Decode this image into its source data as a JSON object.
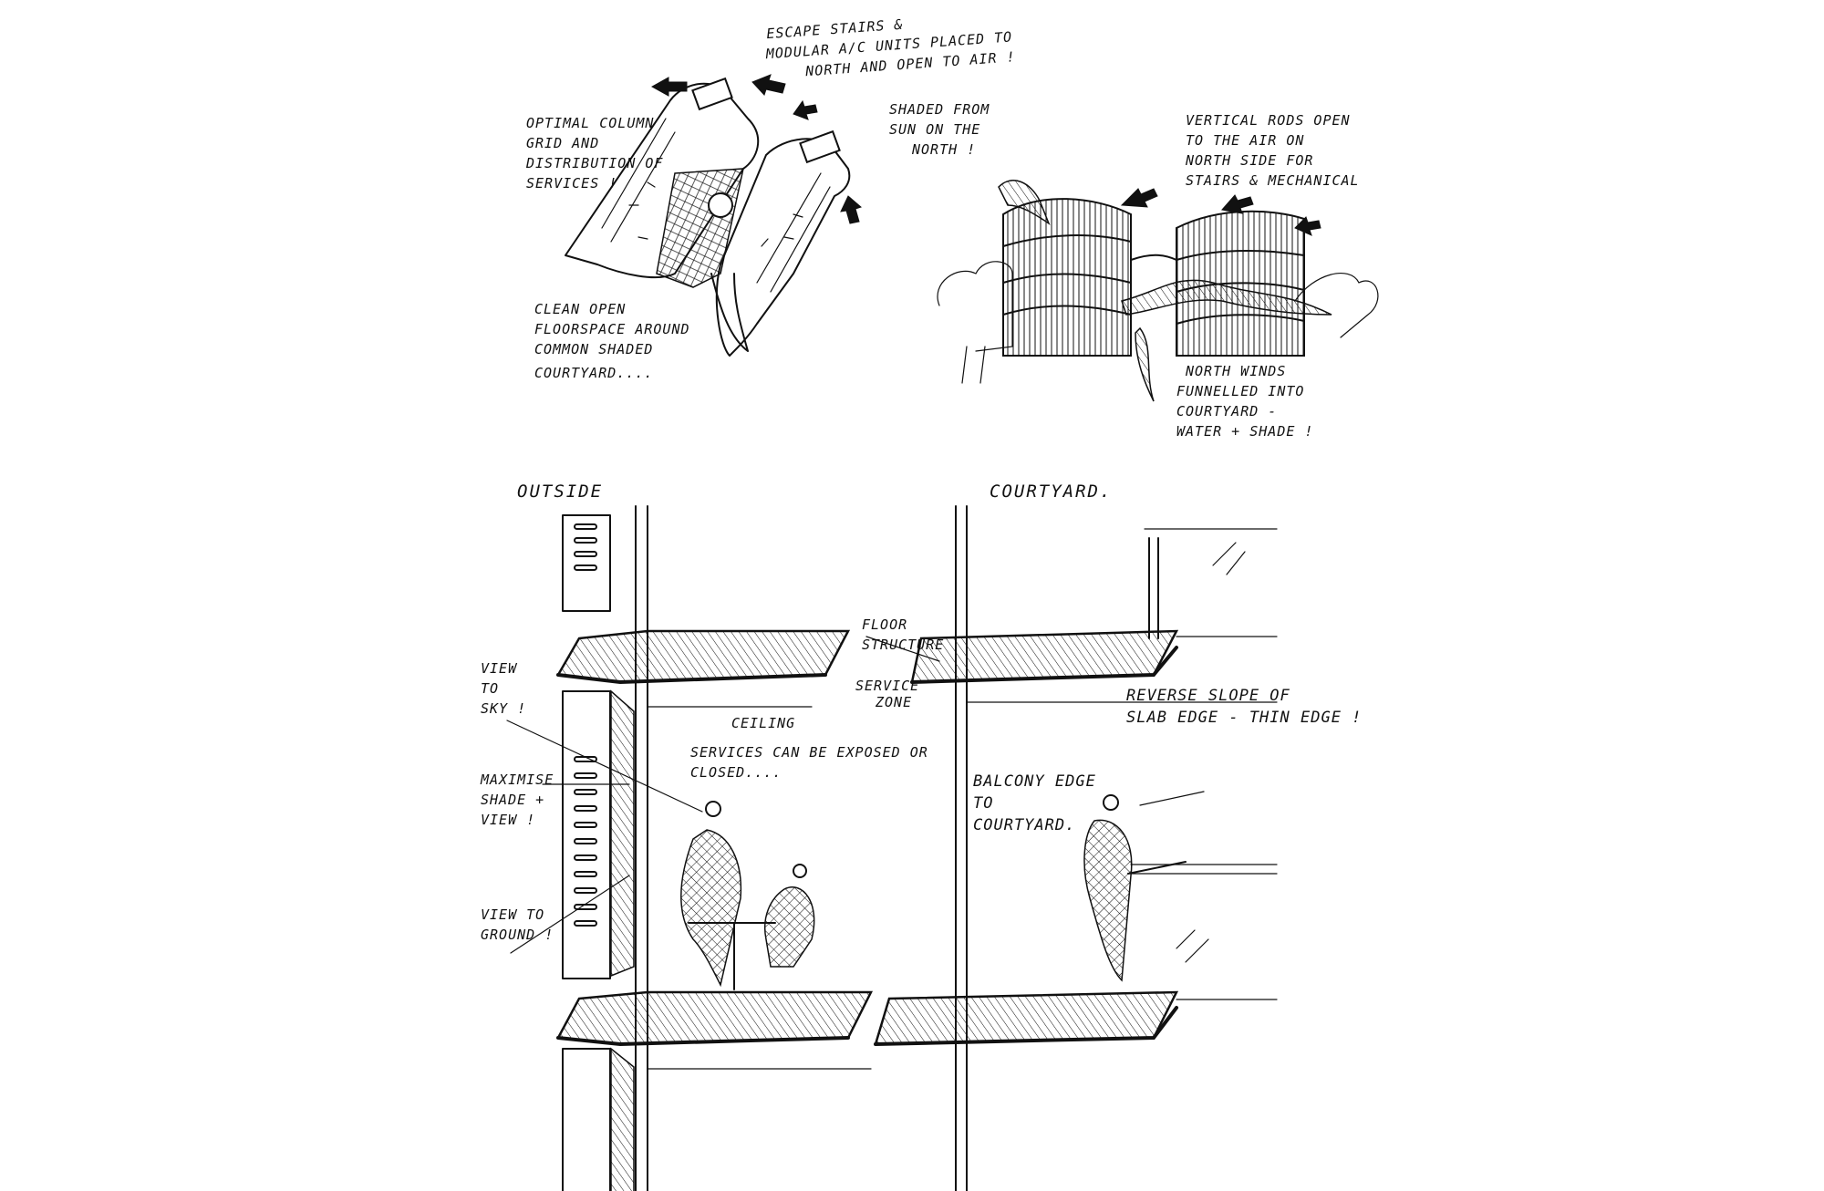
{
  "plan_sketch": {
    "note_escape": [
      "ESCAPE STAIRS &",
      "MODULAR A/C UNITS PLACED TO",
      "NORTH AND OPEN TO AIR !"
    ],
    "note_column": [
      "OPTIMAL COLUMN",
      "GRID AND",
      "DISTRIBUTION OF",
      "SERVICES !"
    ],
    "note_shaded": [
      "SHADED FROM",
      "SUN ON THE",
      "NORTH !"
    ],
    "note_clean": [
      "CLEAN OPEN",
      "FLOORSPACE AROUND",
      "COMMON SHADED",
      "COURTYARD...."
    ]
  },
  "massing_sketch": {
    "note_rods": [
      "VERTICAL RODS OPEN",
      "TO THE AIR ON",
      "NORTH SIDE FOR",
      "STAIRS & MECHANICAL"
    ],
    "note_winds": [
      "NORTH WINDS",
      "FUNNELLED INTO",
      "COURTYARD -",
      "WATER + SHADE !"
    ]
  },
  "section_sketch": {
    "label_outside": "OUTSIDE",
    "label_courtyard": "COURTYARD.",
    "note_floor": [
      "FLOOR",
      "STRUCTURE"
    ],
    "note_service": [
      "SERVICE",
      "ZONE"
    ],
    "note_ceiling": "CEILING",
    "note_reverse": [
      "REVERSE SLOPE OF",
      "SLAB EDGE - THIN EDGE !"
    ],
    "note_view_sky": [
      "VIEW",
      "TO",
      "SKY !"
    ],
    "note_maximise": [
      "MAXIMISE",
      "SHADE +",
      "VIEW !"
    ],
    "note_view_ground": [
      "VIEW TO",
      "GROUND !"
    ],
    "note_services": [
      "SERVICES CAN BE EXPOSED OR",
      "CLOSED...."
    ],
    "note_balcony": [
      "BALCONY EDGE",
      "TO",
      "COURTYARD."
    ]
  }
}
